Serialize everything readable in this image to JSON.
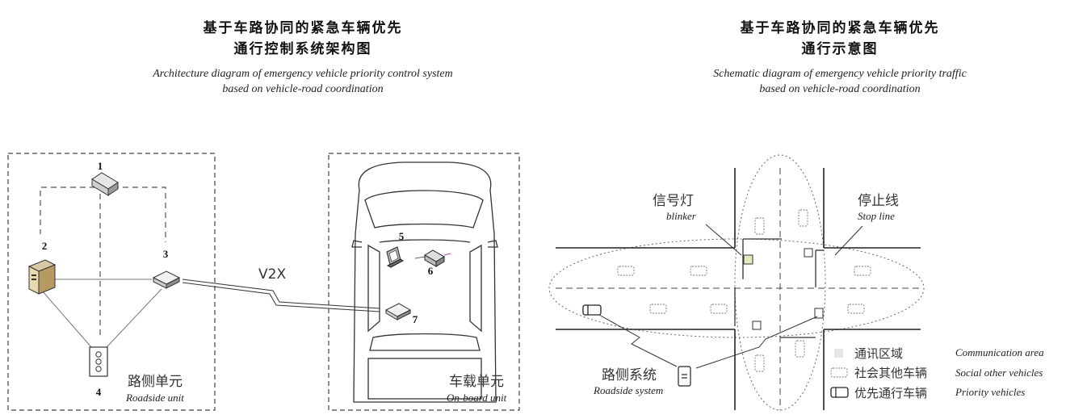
{
  "left_diagram": {
    "title_zh_line1": "基于车路协同的紧急车辆优先",
    "title_zh_line2": "通行控制系统架构图",
    "title_en_line1": "Architecture diagram of emergency vehicle priority control system",
    "title_en_line2": "based on vehicle-road coordination",
    "roadside_unit_zh": "路侧单元",
    "roadside_unit_en": "Roadside unit",
    "onboard_unit_zh": "车载单元",
    "onboard_unit_en": "On-board unit",
    "v2x_label": "V2X",
    "node_numbers": [
      "1",
      "2",
      "3",
      "4",
      "5",
      "6",
      "7"
    ]
  },
  "right_diagram": {
    "title_zh_line1": "基于车路协同的紧急车辆优先",
    "title_zh_line2": "通行示意图",
    "title_en_line1": "Schematic diagram of emergency vehicle priority traffic",
    "title_en_line2": "based on vehicle-road coordination",
    "blinker_zh": "信号灯",
    "blinker_en": "blinker",
    "stop_line_zh": "停止线",
    "stop_line_en": "Stop line",
    "roadside_system_zh": "路侧系统",
    "roadside_system_en": "Roadside system",
    "legend": [
      {
        "zh": "通讯区域",
        "en": "Communication area"
      },
      {
        "zh": "社会其他车辆",
        "en": "Social other vehicles"
      },
      {
        "zh": "优先通行车辆",
        "en": "Priority vehicles"
      }
    ]
  }
}
